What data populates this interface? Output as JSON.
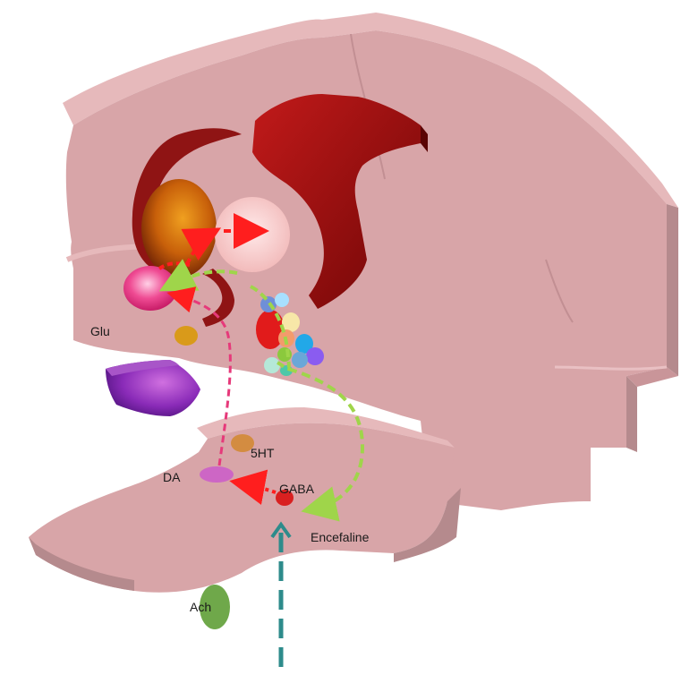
{
  "labels": {
    "glu": "Glu",
    "serotonin": "5HT",
    "dopamine": "DA",
    "gaba": "GABA",
    "enkephalin": "Encefaline",
    "acetylcholine": "Ach"
  },
  "colors": {
    "tissue": "#d8a5a8",
    "tissue_top": "#e6b9bb",
    "tissue_side": "#b58a8d",
    "ventricle": "#9c0f0f",
    "caudate": "#c8600a",
    "putamen": "#f4c4c4",
    "pink_nucleus": "#ee3d8c",
    "purple_structure": "#7a1fa8",
    "arrow_red": "#ff1e1e",
    "arrow_green": "#9fd54a",
    "arrow_magenta": "#e6397a",
    "arrow_teal": "#2e8b8b"
  }
}
